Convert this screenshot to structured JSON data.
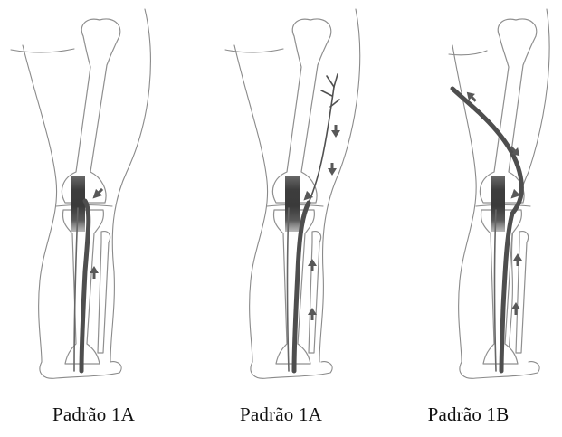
{
  "panels": [
    {
      "id": "p1",
      "caption": "Padrão 1A"
    },
    {
      "id": "p2",
      "caption": "Padrão 1A"
    },
    {
      "id": "p3",
      "caption": "Padrão 1B"
    }
  ],
  "colors": {
    "vein": "#4e4e4e",
    "reflux_band": "#555555",
    "outline": "#8a8a8a",
    "background": "#ffffff"
  }
}
